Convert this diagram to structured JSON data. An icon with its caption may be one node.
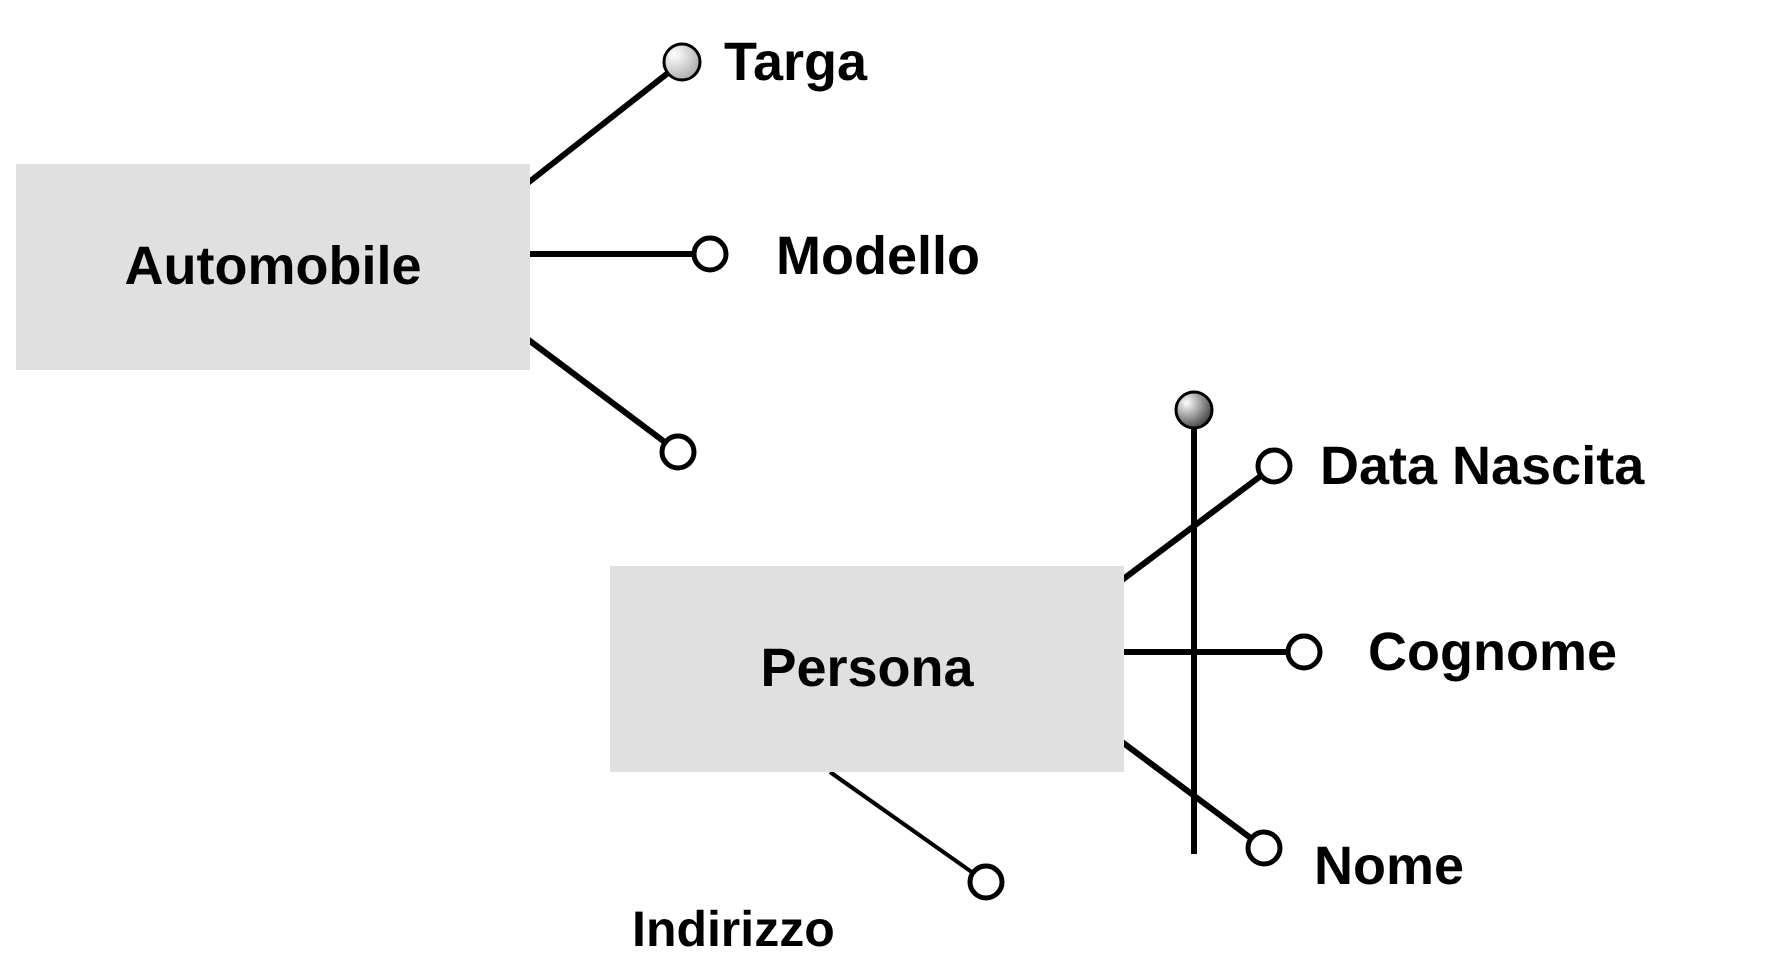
{
  "diagram": {
    "nodes": [
      {
        "text": [
          "Automobile"
        ]
      },
      {
        "text": [
          "Targa"
        ]
      },
      {
        "text": [
          "Modello"
        ]
      },
      {
        "text": [],
        "shape": "circle"
      },
      {
        "text": [
          "Persona"
        ]
      },
      {
        "text": [
          "Data Nascita"
        ]
      },
      {
        "text": [
          "Cognome"
        ]
      },
      {
        "text": [
          "Nome"
        ]
      },
      {
        "text": [
          "Indirizzo"
        ]
      },
      {
        "text": [],
        "shape": "circle"
      }
    ],
    "edges": [
      {
        "from": 0,
        "to": 1,
        "arrow": "none"
      },
      {
        "from": 0,
        "to": 2,
        "arrow": "none"
      },
      {
        "from": 0,
        "to": 3,
        "arrow": "none"
      },
      {
        "from": 4,
        "to": 5,
        "arrow": "none"
      },
      {
        "from": 4,
        "to": 6,
        "arrow": "none"
      },
      {
        "from": 4,
        "to": 7,
        "arrow": "none"
      },
      {
        "from": 4,
        "to": 8,
        "arrow": "none"
      },
      {
        "from": 9,
        "to": null,
        "arrow": "none"
      }
    ]
  }
}
